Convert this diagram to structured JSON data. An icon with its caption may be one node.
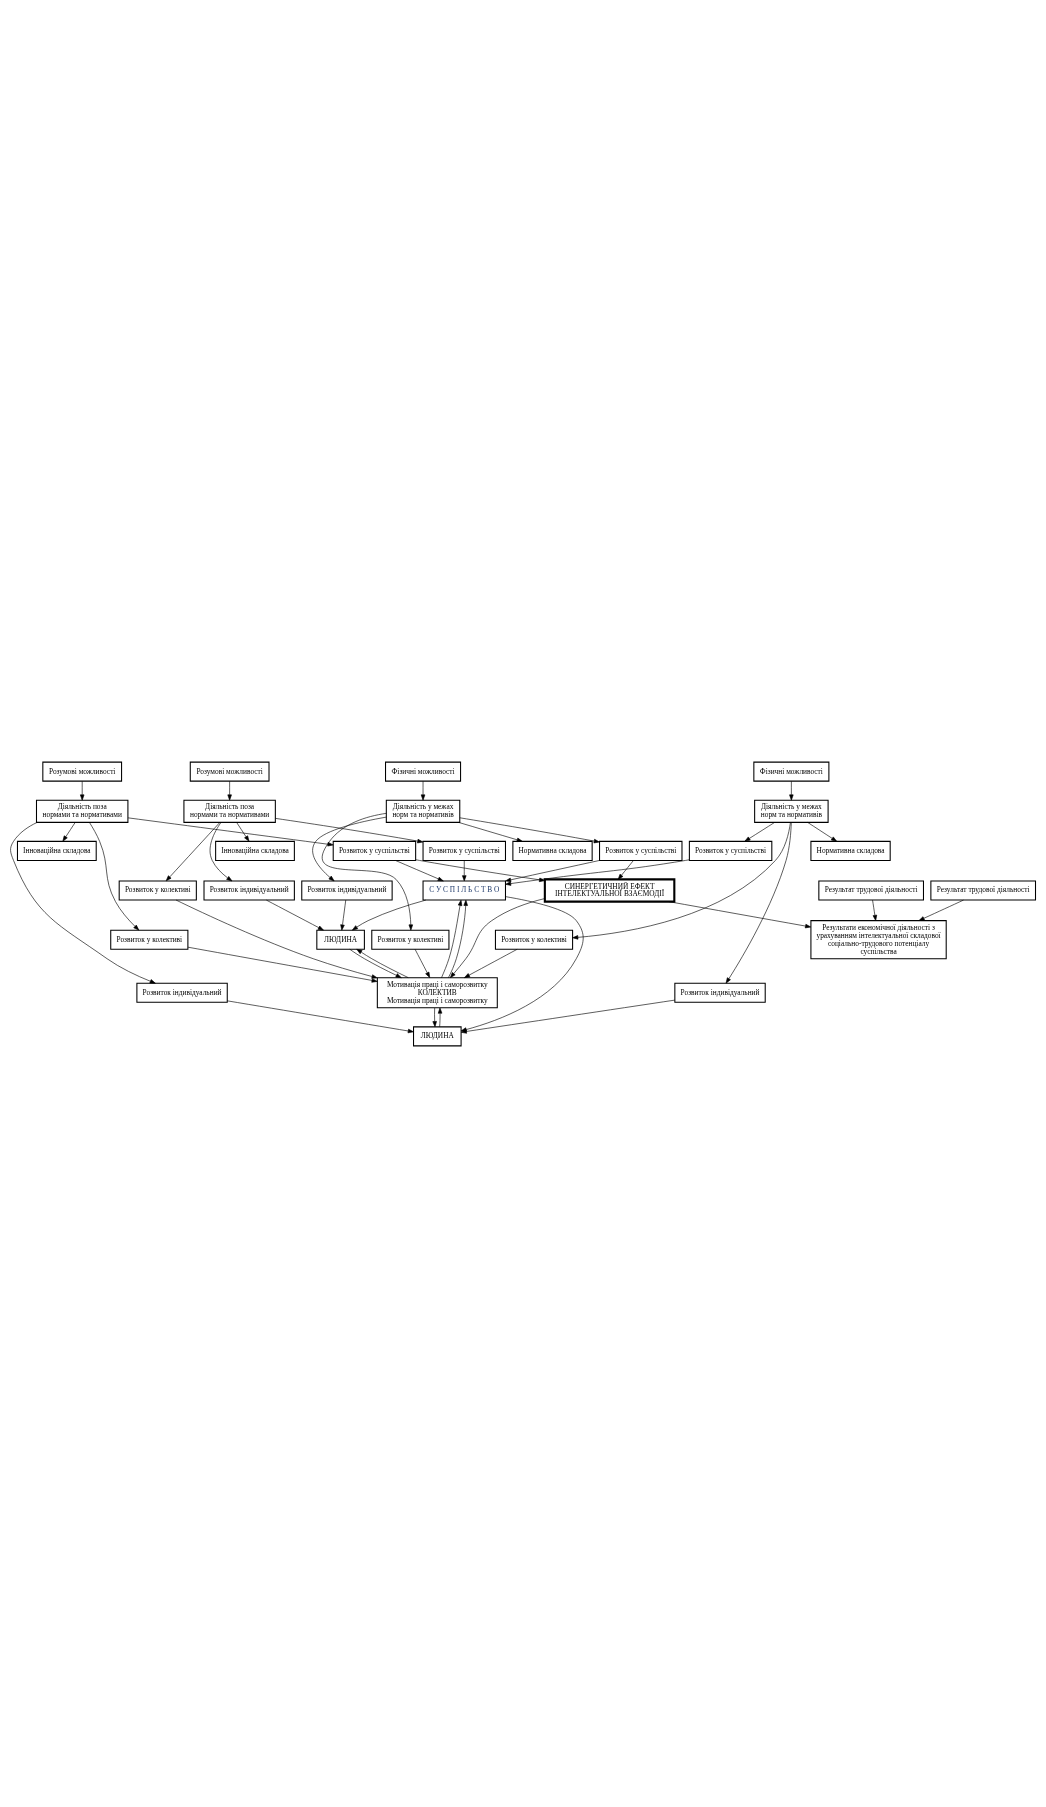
{
  "diagram": {
    "nodes": [
      {
        "text": [
          "С У С П І Л Ь С Т В О"
        ]
      },
      {
        "text": [
          "Мотивація праці і саморозвитку",
          "КОЛЕКТИВ",
          "Мотивація праці і саморозвитку"
        ]
      },
      {
        "text": [
          "Розвиток у суспільстві"
        ]
      },
      {
        "text": [
          "Розвиток у колективі"
        ]
      },
      {
        "text": [
          "Розвиток індивідуальний"
        ]
      },
      {
        "text": [
          "ЛЮДИНА"
        ]
      },
      {
        "text": [
          "Розумові можливості"
        ]
      },
      {
        "text": [
          "Діяльність поза нормами та нормативами"
        ]
      },
      {
        "text": [
          "Фізичні можливості"
        ]
      },
      {
        "text": [
          "Діяльність у межах норм та нормативів"
        ]
      },
      {
        "text": [
          "Розвиток індивідуальний"
        ]
      },
      {
        "text": [
          "Розвиток у колективі"
        ]
      },
      {
        "text": [
          "Розвиток у суспільстві"
        ]
      },
      {
        "text": [
          "Інноваційна складова"
        ]
      },
      {
        "text": [
          "Нормативна складова"
        ]
      },
      {
        "text": [
          "Результат трудової діяльності"
        ]
      },
      {
        "text": [
          "СИНЕРГЕТИЧНИЙ ЕФЕКТ ІНТЕЛЕКТУАЛЬНОЇ ВЗАЄМОДІЇ"
        ]
      },
      {
        "text": [
          "Розвиток у суспільстві"
        ]
      },
      {
        "text": [
          "Розвиток у колективі"
        ]
      },
      {
        "text": [
          "Розвиток індивідуальний"
        ]
      },
      {
        "text": [
          "ЛЮДИНА"
        ]
      },
      {
        "text": [
          "Розумові можливості"
        ]
      },
      {
        "text": [
          "Діяльність поза нормами та нормативами"
        ]
      },
      {
        "text": [
          "Фізичні можливості"
        ]
      },
      {
        "text": [
          "Діяльність у межах норм та нормативів"
        ]
      },
      {
        "text": [
          "Розвиток індивідуальний"
        ]
      },
      {
        "text": [
          "Розвиток у колективі"
        ]
      },
      {
        "text": [
          "Розвиток у суспільстві"
        ]
      },
      {
        "text": [
          "Інноваційна складова"
        ]
      },
      {
        "text": [
          "Нормативна складова"
        ]
      },
      {
        "text": [
          "Результат трудової діяльності"
        ]
      },
      {
        "text": [
          "Результати економічної діяльності з урахуванням інтелектуальної складової соціально-трудового потенціалу суспільства"
        ]
      }
    ],
    "edges": [
      {
        "from": 6,
        "to": 7,
        "arrow": "to"
      },
      {
        "from": 8,
        "to": 9,
        "arrow": "to"
      },
      {
        "from": 7,
        "to": 4,
        "arrow": "to"
      },
      {
        "from": 7,
        "to": 3,
        "arrow": "to"
      },
      {
        "from": 7,
        "to": 2,
        "arrow": "to"
      },
      {
        "from": 9,
        "to": 10,
        "arrow": "to"
      },
      {
        "from": 9,
        "to": 11,
        "arrow": "to"
      },
      {
        "from": 9,
        "to": 12,
        "arrow": "to"
      },
      {
        "from": 7,
        "to": 13,
        "arrow": "to"
      },
      {
        "from": 9,
        "to": 14,
        "arrow": "to"
      },
      {
        "from": 4,
        "to": 5,
        "arrow": "to"
      },
      {
        "from": 10,
        "to": 5,
        "arrow": "to"
      },
      {
        "from": 3,
        "to": 1,
        "arrow": "to"
      },
      {
        "from": 11,
        "to": 1,
        "arrow": "to"
      },
      {
        "from": 2,
        "to": 0,
        "arrow": "to"
      },
      {
        "from": 12,
        "to": 0,
        "arrow": "to"
      },
      {
        "from": 5,
        "to": 1,
        "arrow": "to"
      },
      {
        "from": 1,
        "to": 5,
        "arrow": "to"
      },
      {
        "from": 0,
        "to": 5,
        "arrow": "to"
      },
      {
        "from": 1,
        "to": 0,
        "arrow": "to"
      },
      {
        "from": 15,
        "to": 31,
        "arrow": "to"
      },
      {
        "from": 12,
        "to": 16,
        "arrow": "to"
      },
      {
        "from": 17,
        "to": 16,
        "arrow": "to"
      },
      {
        "from": 16,
        "to": 31,
        "arrow": "to"
      },
      {
        "from": 16,
        "to": 1,
        "arrow": "to"
      },
      {
        "from": 21,
        "to": 22,
        "arrow": "to"
      },
      {
        "from": 23,
        "to": 24,
        "arrow": "to"
      },
      {
        "from": 22,
        "to": 19,
        "arrow": "to"
      },
      {
        "from": 22,
        "to": 18,
        "arrow": "to"
      },
      {
        "from": 22,
        "to": 17,
        "arrow": "to"
      },
      {
        "from": 24,
        "to": 25,
        "arrow": "to"
      },
      {
        "from": 24,
        "to": 26,
        "arrow": "to"
      },
      {
        "from": 24,
        "to": 27,
        "arrow": "to"
      },
      {
        "from": 22,
        "to": 28,
        "arrow": "to"
      },
      {
        "from": 24,
        "to": 29,
        "arrow": "to"
      },
      {
        "from": 19,
        "to": 20,
        "arrow": "to"
      },
      {
        "from": 25,
        "to": 20,
        "arrow": "to"
      },
      {
        "from": 18,
        "to": 1,
        "arrow": "to"
      },
      {
        "from": 26,
        "to": 1,
        "arrow": "to"
      },
      {
        "from": 17,
        "to": 0,
        "arrow": "to"
      },
      {
        "from": 27,
        "to": 0,
        "arrow": "to"
      },
      {
        "from": 20,
        "to": 1,
        "arrow": "to"
      },
      {
        "from": 1,
        "to": 20,
        "arrow": "to"
      },
      {
        "from": 0,
        "to": 20,
        "arrow": "to"
      },
      {
        "from": 1,
        "to": 0,
        "arrow": "to"
      },
      {
        "from": 30,
        "to": 31,
        "arrow": "to"
      }
    ]
  }
}
